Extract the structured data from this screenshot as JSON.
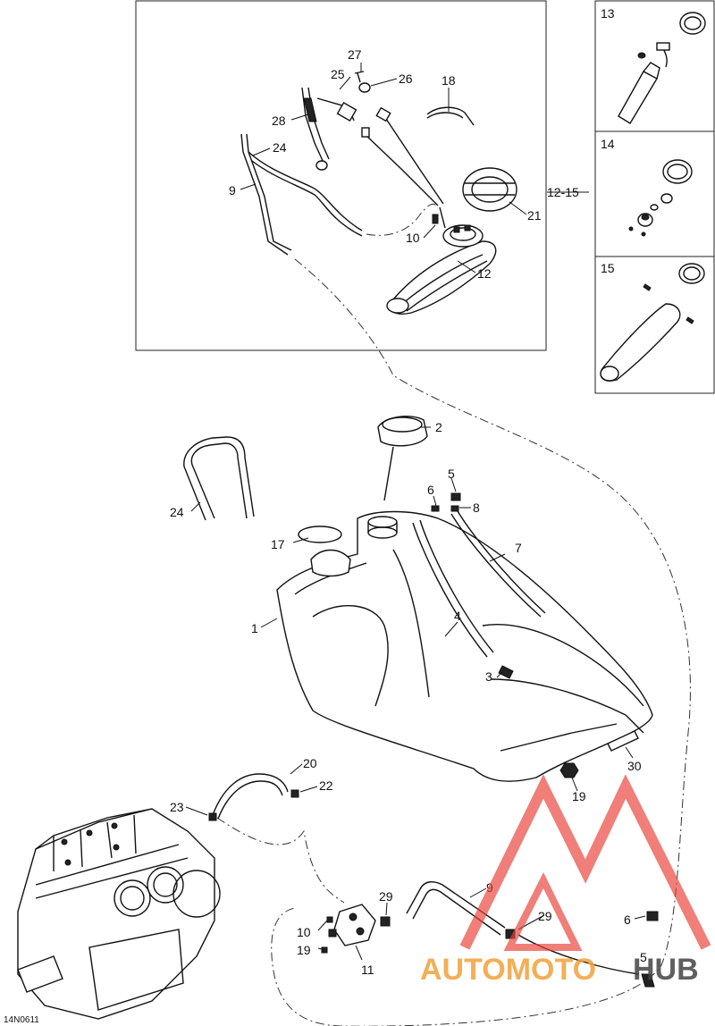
{
  "figure_code": "14N0611",
  "watermark": {
    "part1": "AUTOMOTO",
    "part2": "HUB",
    "color_red": "#e8423b",
    "color_orange": "#f2a23a"
  },
  "callouts": {
    "c1": "1",
    "c2": "2",
    "c3": "3",
    "c4": "4",
    "c5": "5",
    "c5b": "5",
    "c6": "6",
    "c6b": "6",
    "c7": "7",
    "c8": "8",
    "c9": "9",
    "c9b": "9",
    "c10": "10",
    "c10b": "10",
    "c11": "11",
    "c12": "12",
    "c12_15": "12-15",
    "c13": "13",
    "c14": "14",
    "c15": "15",
    "c17": "17",
    "c18": "18",
    "c19": "19",
    "c19b": "19",
    "c20": "20",
    "c21": "21",
    "c22": "22",
    "c23": "23",
    "c24": "24",
    "c24b": "24",
    "c25": "25",
    "c26": "26",
    "c27": "27",
    "c28": "28",
    "c29": "29",
    "c29b": "29",
    "c30": "30"
  }
}
